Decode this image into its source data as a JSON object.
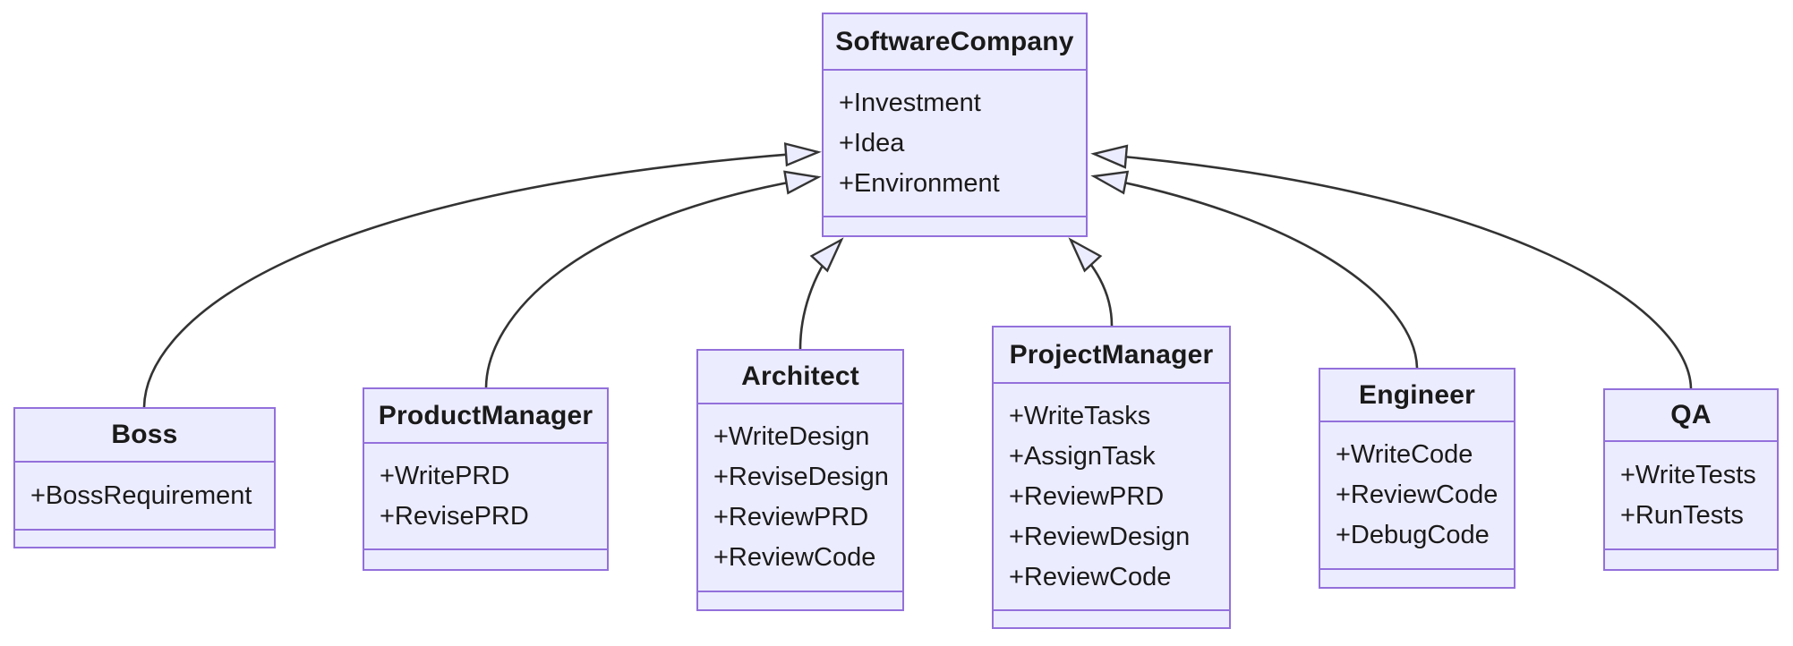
{
  "diagram": {
    "type": "uml-class-diagram",
    "background": "#FFFFFF",
    "classes": [
      {
        "id": "SoftwareCompany",
        "name": "SoftwareCompany",
        "attributes": [
          "+Investment",
          "+Idea",
          "+Environment"
        ],
        "methods": []
      },
      {
        "id": "Boss",
        "name": "Boss",
        "attributes": [
          "+BossRequirement"
        ],
        "methods": []
      },
      {
        "id": "ProductManager",
        "name": "ProductManager",
        "attributes": [
          "+WritePRD",
          "+RevisePRD"
        ],
        "methods": []
      },
      {
        "id": "Architect",
        "name": "Architect",
        "attributes": [
          "+WriteDesign",
          "+ReviseDesign",
          "+ReviewPRD",
          "+ReviewCode"
        ],
        "methods": []
      },
      {
        "id": "ProjectManager",
        "name": "ProjectManager",
        "attributes": [
          "+WriteTasks",
          "+AssignTask",
          "+ReviewPRD",
          "+ReviewDesign",
          "+ReviewCode"
        ],
        "methods": []
      },
      {
        "id": "Engineer",
        "name": "Engineer",
        "attributes": [
          "+WriteCode",
          "+ReviewCode",
          "+DebugCode"
        ],
        "methods": []
      },
      {
        "id": "QA",
        "name": "QA",
        "attributes": [
          "+WriteTests",
          "+RunTests"
        ],
        "methods": []
      }
    ],
    "relations": [
      {
        "from": "Boss",
        "to": "SoftwareCompany",
        "type": "inheritance"
      },
      {
        "from": "ProductManager",
        "to": "SoftwareCompany",
        "type": "inheritance"
      },
      {
        "from": "Architect",
        "to": "SoftwareCompany",
        "type": "inheritance"
      },
      {
        "from": "ProjectManager",
        "to": "SoftwareCompany",
        "type": "inheritance"
      },
      {
        "from": "Engineer",
        "to": "SoftwareCompany",
        "type": "inheritance"
      },
      {
        "from": "QA",
        "to": "SoftwareCompany",
        "type": "inheritance"
      }
    ],
    "colors": {
      "node_fill": "#ECECFF",
      "node_border": "#9370DB",
      "edge_line": "#333333",
      "text": "#1A1A1A"
    }
  }
}
